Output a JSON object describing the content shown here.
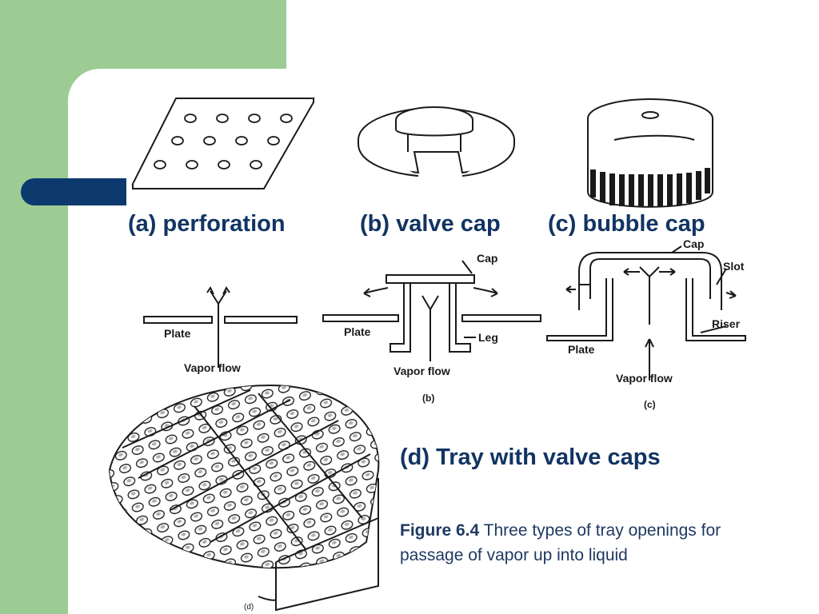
{
  "colors": {
    "side_band": "#9ccc94",
    "accent_tab": "#0c3a6e",
    "heading_text": "#113462",
    "caption_text": "#1f3a63",
    "drawing_ink": "#1a1a1a"
  },
  "labels": {
    "a": "(a) perforation",
    "b": "(b) valve cap",
    "c": "(c) bubble cap",
    "d": "(d) Tray with valve caps"
  },
  "diagrams": {
    "plate_a": "Plate",
    "vapor_a": "Vapor flow",
    "cap_b": "Cap",
    "plate_b": "Plate",
    "leg_b": "Leg",
    "vapor_b": "Vapor flow",
    "tag_b": "(b)",
    "cap_c": "Cap",
    "slot_c": "Slot",
    "riser_c": "Riser",
    "plate_c": "Plate",
    "vapor_c": "Vapor flow",
    "tag_c": "(c)",
    "tag_d": "(d)"
  },
  "caption": {
    "figure_number": "Figure 6.4",
    "line1": " Three types of tray openings for",
    "line2": " passage of vapor up into liquid"
  },
  "icons": {
    "perforation": "perforated-plate-drawing",
    "valve": "valve-cap-drawing",
    "bubble": "bubble-cap-drawing",
    "tray": "valve-tray-drawing"
  }
}
